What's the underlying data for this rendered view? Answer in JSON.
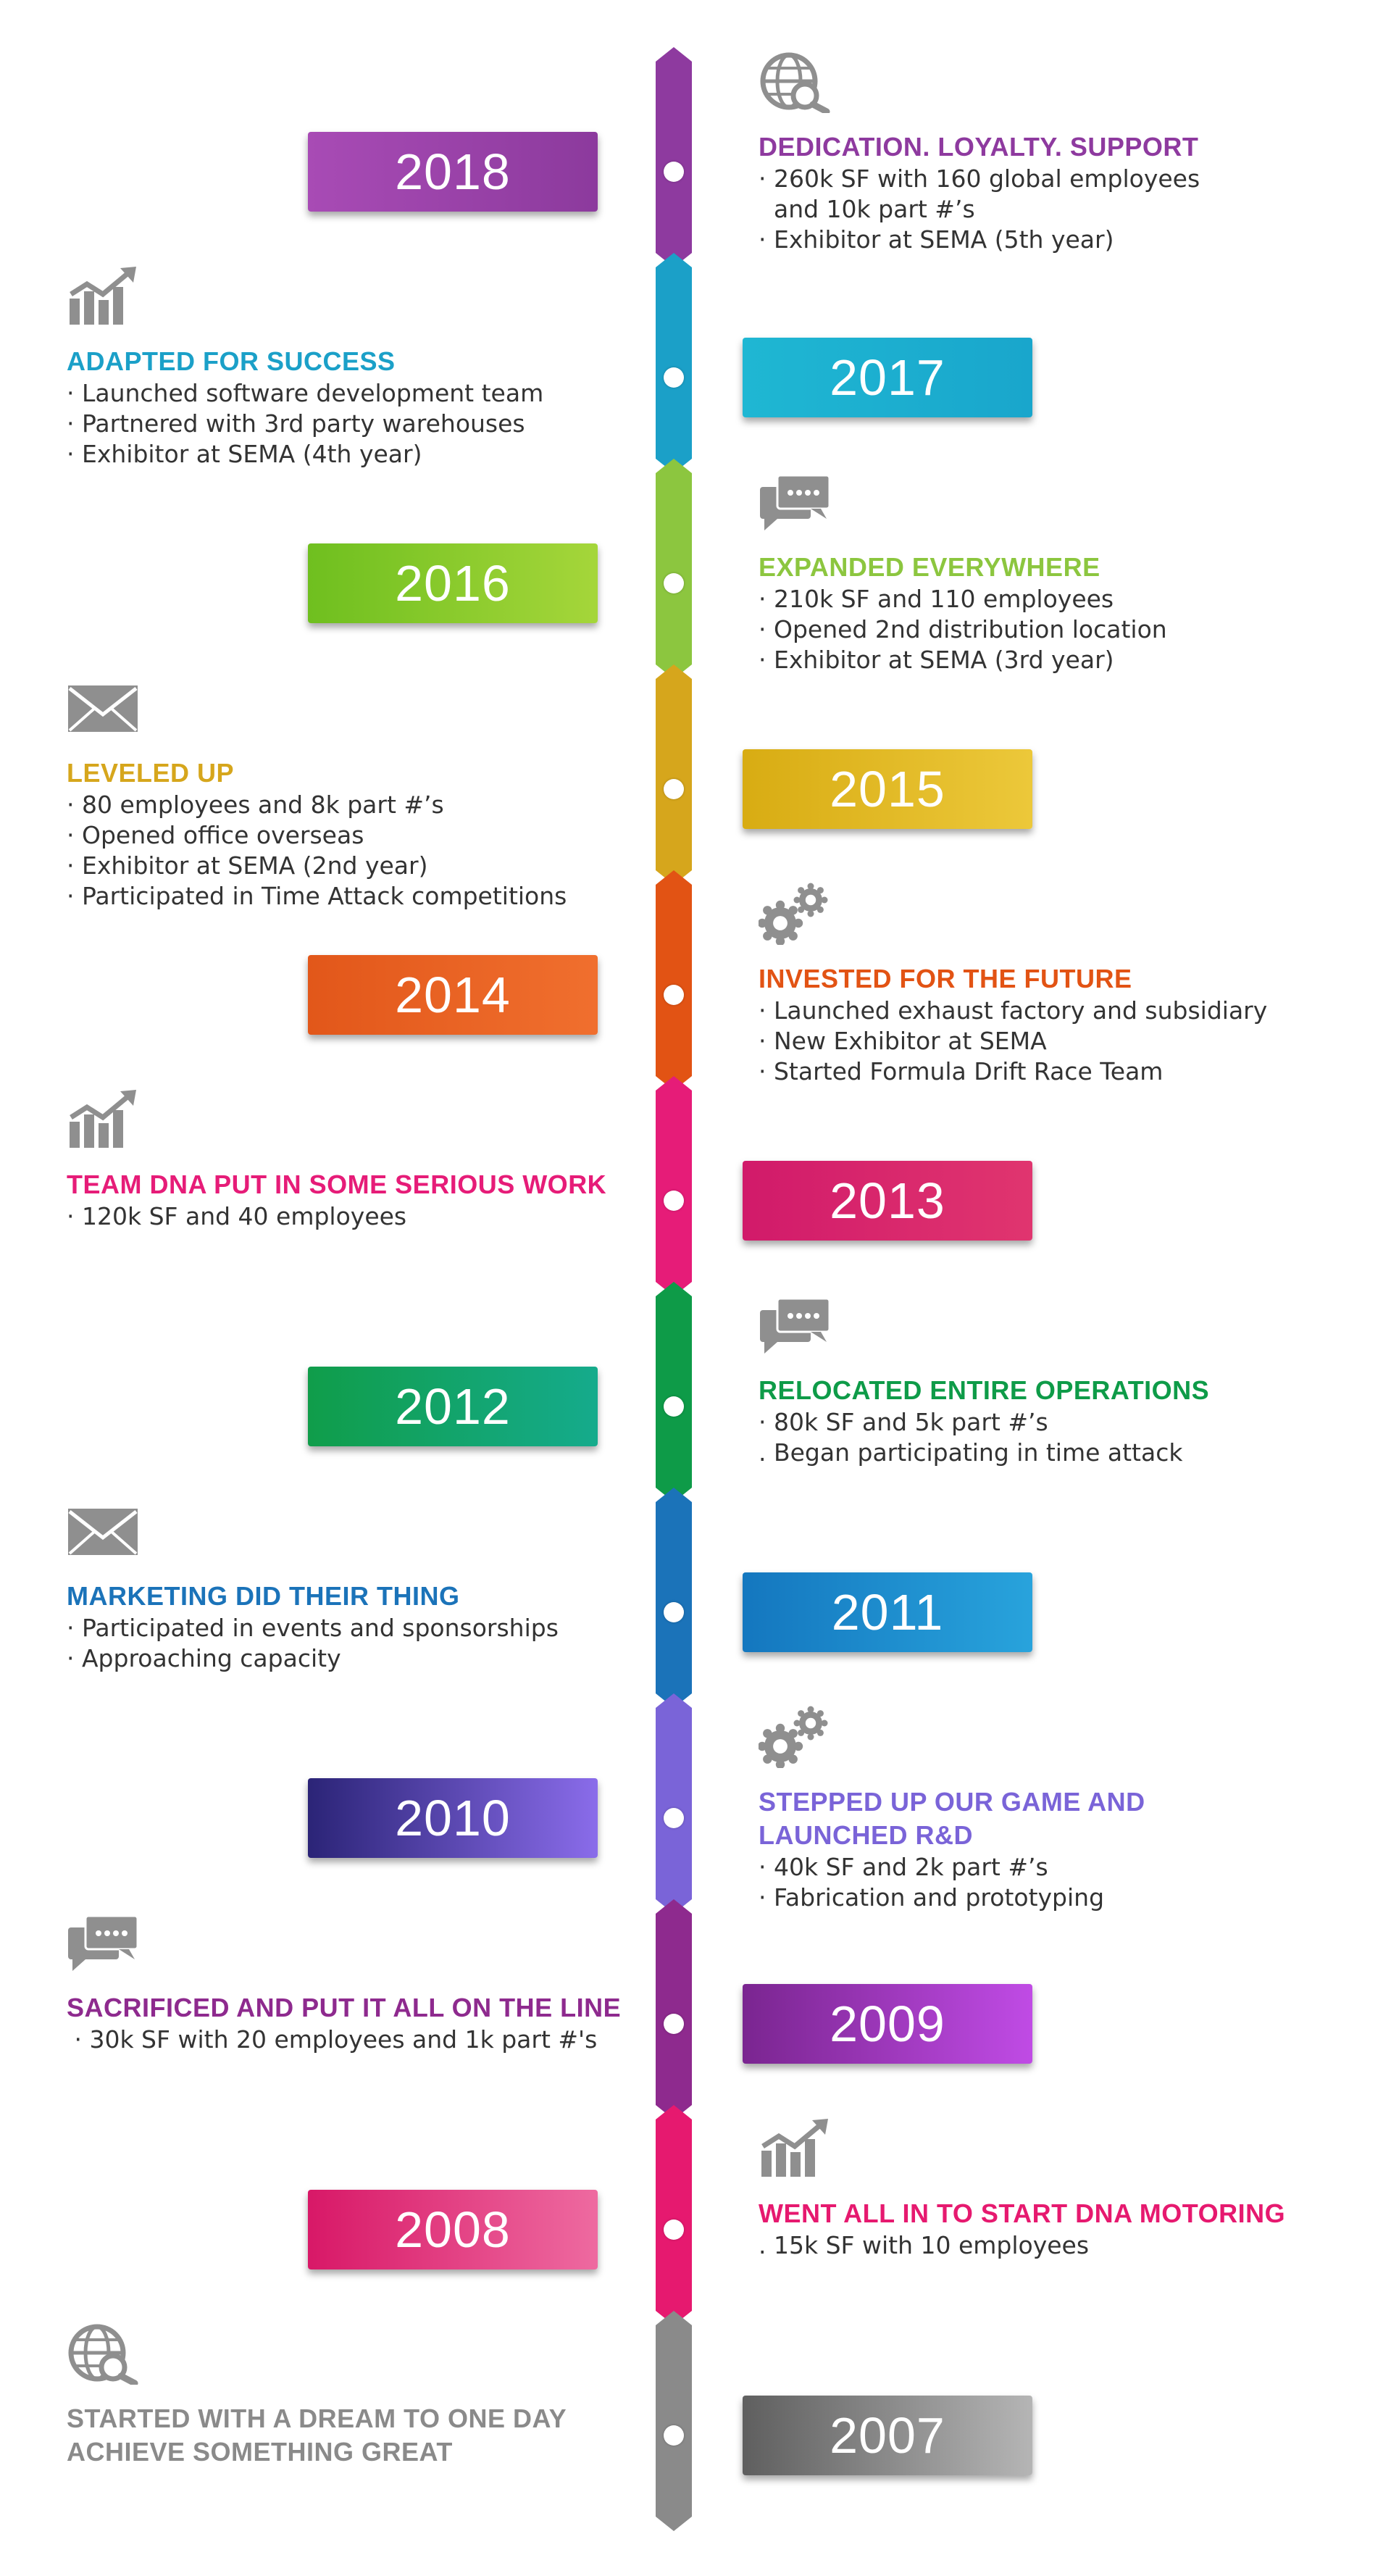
{
  "colors": {
    "icon_gray": "#8f8f8f"
  },
  "milestones": [
    {
      "year": "2018",
      "side": "right",
      "heading": "DEDICATION. LOYALTY. SUPPORT",
      "bullets": [
        "· 260k SF with 160 global employees",
        "  and 10k part #’s",
        "· Exhibitor at SEMA (5th year)"
      ],
      "icon": "globe-search-icon",
      "color": "#8e3a9f",
      "grad": [
        "#a84bb5",
        "#8c3a9d"
      ]
    },
    {
      "year": "2017",
      "side": "left",
      "heading": "ADAPTED FOR SUCCESS",
      "bullets": [
        "· Launched software development team",
        "· Partnered with 3rd party warehouses",
        "· Exhibitor at SEMA (4th year)"
      ],
      "icon": "growth-chart-icon",
      "color": "#1ba0c8",
      "grad": [
        "#1fb7d3",
        "#19a6cc"
      ]
    },
    {
      "year": "2016",
      "side": "right",
      "heading": "EXPANDED EVERYWHERE",
      "bullets": [
        "· 210k SF and 110 employees",
        "· Opened 2nd distribution location",
        "· Exhibitor at SEMA (3rd year)"
      ],
      "icon": "chat-bubbles-icon",
      "color": "#8cc63f",
      "grad": [
        "#6fbf1f",
        "#a5d63a"
      ]
    },
    {
      "year": "2015",
      "side": "left",
      "heading": "LEVELED UP",
      "bullets": [
        "· 80 employees and 8k part #’s",
        "· Opened office overseas",
        "· Exhibitor at SEMA (2nd year)",
        "· Participated in Time Attack competitions"
      ],
      "icon": "envelope-icon",
      "color": "#d6a61c",
      "grad": [
        "#d8ac13",
        "#ecc83a"
      ]
    },
    {
      "year": "2014",
      "side": "right",
      "heading": "INVESTED FOR THE FUTURE",
      "bullets": [
        "· Launched exhaust factory and subsidiary",
        "· New Exhibitor at SEMA",
        "· Started Formula Drift Race Team"
      ],
      "icon": "gears-icon",
      "color": "#e25314",
      "grad": [
        "#e2571a",
        "#f06f2e"
      ]
    },
    {
      "year": "2013",
      "side": "left",
      "heading": "TEAM DNA PUT IN SOME SERIOUS WORK",
      "bullets": [
        "· 120k SF and 40 employees"
      ],
      "icon": "growth-chart-icon",
      "color": "#e61c78",
      "grad": [
        "#d11a6a",
        "#e0356f"
      ]
    },
    {
      "year": "2012",
      "side": "right",
      "heading": "RELOCATED ENTIRE OPERATIONS",
      "bullets": [
        "· 80k SF and 5k part #’s",
        ". Began participating in time attack"
      ],
      "icon": "chat-bubbles-icon",
      "color": "#0e9b48",
      "grad": [
        "#109d4a",
        "#15ab8c"
      ]
    },
    {
      "year": "2011",
      "side": "left",
      "heading": "MARKETING DID THEIR THING",
      "bullets": [
        "· Participated in events and sponsorships",
        "· Approaching capacity"
      ],
      "icon": "envelope-icon",
      "color": "#1b73b9",
      "grad": [
        "#1477bf",
        "#28a3dc"
      ]
    },
    {
      "year": "2010",
      "side": "right",
      "heading": "STEPPED UP OUR GAME AND\nLAUNCHED R&D",
      "bullets": [
        "· 40k SF and 2k part #’s",
        "· Fabrication and prototyping"
      ],
      "icon": "gears-icon",
      "color": "#7a64d8",
      "grad": [
        "#2b2477",
        "#8a6cea"
      ]
    },
    {
      "year": "2009",
      "side": "left",
      "heading": "SACRIFICED AND PUT IT ALL ON THE LINE",
      "bullets": [
        " · 30k SF with 20 employees and 1k part #'s"
      ],
      "icon": "chat-bubbles-icon",
      "color": "#8e2a8e",
      "grad": [
        "#7a2590",
        "#c04be5"
      ]
    },
    {
      "year": "2008",
      "side": "right",
      "heading": "WENT ALL IN TO START DNA MOTORING",
      "bullets": [
        ". 15k SF with 10 employees"
      ],
      "icon": "growth-chart-icon",
      "color": "#e6196f",
      "grad": [
        "#d81867",
        "#ee6aa0"
      ]
    },
    {
      "year": "2007",
      "side": "left",
      "heading": "STARTED WITH A DREAM TO ONE DAY\nACHIEVE SOMETHING GREAT",
      "bullets": [],
      "icon": "globe-search-icon",
      "color": "#8a8a8a",
      "grad": [
        "#5f5f5f",
        "#b5b5b5"
      ]
    }
  ]
}
